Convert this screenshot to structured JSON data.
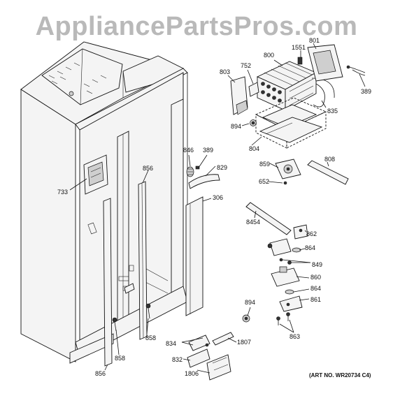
{
  "watermark": "AppliancePartsPros.com",
  "art_number": "(ART NO. WR20734 C4)",
  "callouts": [
    {
      "id": "1551",
      "label": "1551"
    },
    {
      "id": "801",
      "label": "801"
    },
    {
      "id": "800",
      "label": "800"
    },
    {
      "id": "752",
      "label": "752"
    },
    {
      "id": "803",
      "label": "803"
    },
    {
      "id": "389a",
      "label": "389"
    },
    {
      "id": "835",
      "label": "835"
    },
    {
      "id": "894a",
      "label": "894"
    },
    {
      "id": "804",
      "label": "804"
    },
    {
      "id": "846",
      "label": "846"
    },
    {
      "id": "389b",
      "label": "389"
    },
    {
      "id": "829",
      "label": "829"
    },
    {
      "id": "856a",
      "label": "856"
    },
    {
      "id": "808",
      "label": "808"
    },
    {
      "id": "859",
      "label": "859"
    },
    {
      "id": "652",
      "label": "652"
    },
    {
      "id": "733",
      "label": "733"
    },
    {
      "id": "306",
      "label": "306"
    },
    {
      "id": "8454",
      "label": "8454"
    },
    {
      "id": "862",
      "label": "862"
    },
    {
      "id": "864a",
      "label": "864"
    },
    {
      "id": "849",
      "label": "849"
    },
    {
      "id": "860",
      "label": "860"
    },
    {
      "id": "864b",
      "label": "864"
    },
    {
      "id": "861",
      "label": "861"
    },
    {
      "id": "894b",
      "label": "894"
    },
    {
      "id": "863",
      "label": "863"
    },
    {
      "id": "858a",
      "label": "858"
    },
    {
      "id": "834",
      "label": "834"
    },
    {
      "id": "1807",
      "label": "1807"
    },
    {
      "id": "832",
      "label": "832"
    },
    {
      "id": "1806",
      "label": "1806"
    },
    {
      "id": "856b",
      "label": "856"
    },
    {
      "id": "858b",
      "label": "858"
    }
  ]
}
